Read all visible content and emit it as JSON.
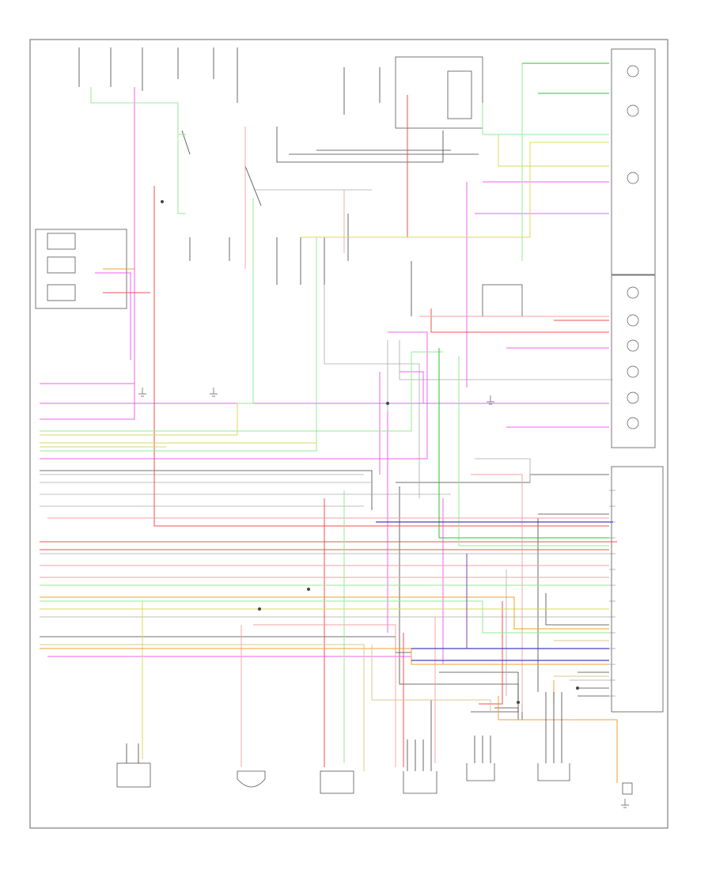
{
  "title": "",
  "footer_code": "",
  "colors": {
    "frame": "#666666",
    "wire_black": "#444444",
    "wire_gray": "#999999",
    "wire_pink": "#f060f0",
    "wire_red": "#f05050",
    "wire_salmon": "#f4a0a0",
    "wire_lightgreen": "#90ee90",
    "wire_green": "#30c030",
    "wire_yellow": "#e8e840",
    "wire_orange": "#f0a030",
    "wire_blue": "#4040c0",
    "wire_tan": "#d8c890",
    "wire_purple": "#8040a0"
  },
  "components": [
    {
      "id": "ecm-connector",
      "kind": "connector-block"
    },
    {
      "id": "lamp-indicator-cluster",
      "kind": "lamp-group"
    },
    {
      "id": "speed-sensor",
      "kind": "sensor"
    },
    {
      "id": "shift-solenoid-1",
      "kind": "solenoid"
    },
    {
      "id": "shift-solenoid-2",
      "kind": "solenoid"
    },
    {
      "id": "lockup-solenoid",
      "kind": "solenoid"
    },
    {
      "id": "throttle-sensor",
      "kind": "sensor"
    },
    {
      "id": "oxygen-sensor-1",
      "kind": "sensor"
    },
    {
      "id": "oxygen-sensor-2",
      "kind": "sensor"
    },
    {
      "id": "engine-relay",
      "kind": "relay"
    }
  ]
}
